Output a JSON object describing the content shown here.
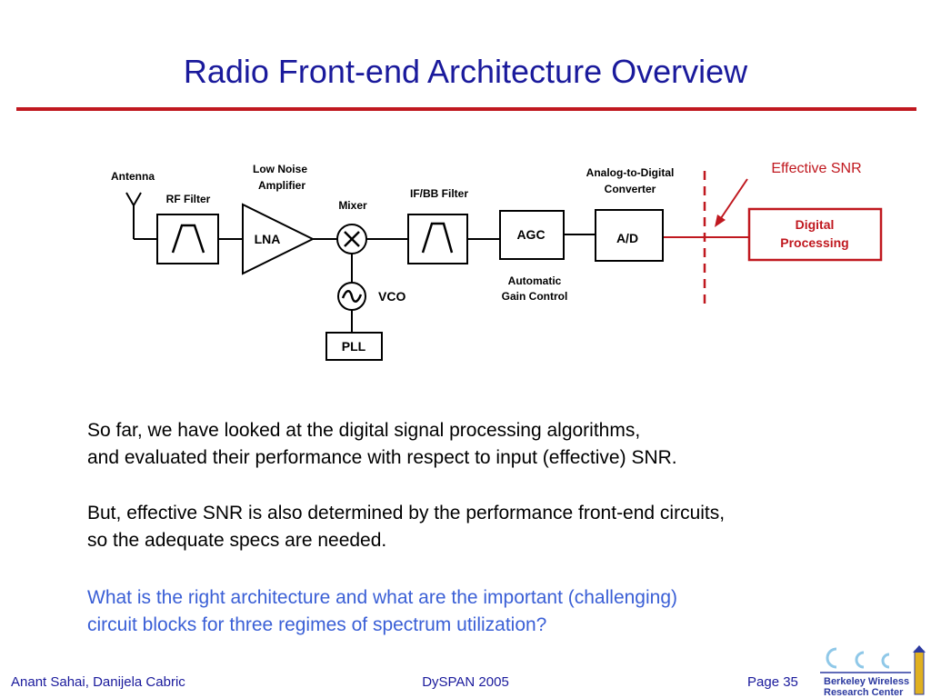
{
  "slide": {
    "title": "Radio Front-end Architecture Overview"
  },
  "diagram": {
    "antenna_label": "Antenna",
    "rf_filter_label": "RF Filter",
    "lna_label_line1": "Low Noise",
    "lna_label_line2": "Amplifier",
    "lna_block": "LNA",
    "mixer_label": "Mixer",
    "vco_label": "VCO",
    "pll_block": "PLL",
    "ifbb_filter_label": "IF/BB Filter",
    "agc_block": "AGC",
    "agc_label_line1": "Automatic",
    "agc_label_line2": "Gain Control",
    "adc_label_line1": "Analog-to-Digital",
    "adc_label_line2": "Converter",
    "adc_block": "A/D",
    "effective_snr": "Effective SNR",
    "digital_line1": "Digital",
    "digital_line2": "Processing",
    "colors": {
      "accent": "#c0181f",
      "title": "#1a1a9c"
    }
  },
  "body": {
    "para1_line1": "So far, we have looked at the digital signal processing algorithms,",
    "para1_line2": "and evaluated their performance with respect to input (effective) SNR.",
    "para2_line1": "But, effective SNR is also determined by the performance front-end circuits,",
    "para2_line2": "so the adequate specs are needed.",
    "para3_line1": "What is the right architecture and what are the important (challenging)",
    "para3_line2": "circuit blocks for three regimes of spectrum utilization?"
  },
  "footer": {
    "authors": "Anant Sahai, Danijela Cabric",
    "conference": "DySPAN 2005",
    "page": "Page 35",
    "logo_line1": "Berkeley Wireless",
    "logo_line2": "Research Center"
  }
}
